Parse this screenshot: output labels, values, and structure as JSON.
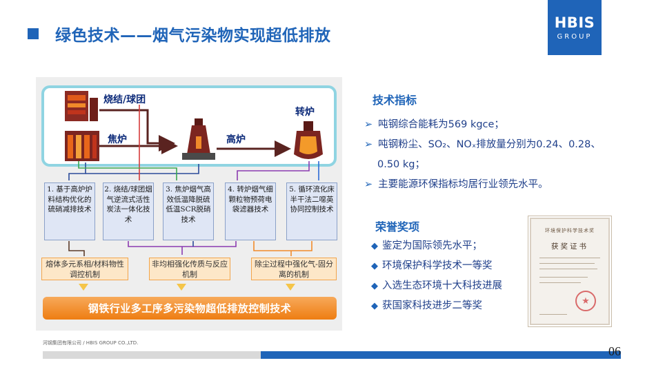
{
  "title": "绿色技术——烟气污染物实现超低排放",
  "logo": {
    "main": "HBIS",
    "sub": "GROUP"
  },
  "diagram": {
    "processes": {
      "sinter": "烧结/球团",
      "coke": "焦炉",
      "blast_furnace": "高炉",
      "converter": "转炉"
    },
    "tech_boxes": [
      "1. 基于高炉炉料结构优化的硫硝减排技术",
      "2. 烧结/球团烟气逆流式活性炭法一体化技术",
      "3. 焦炉烟气高效低温降脱硫低温SCR脱硝技术",
      "4. 转炉烟气细颗粒物预荷电袋滤器技术",
      "5. 循环流化床半干法二噁英协同控制技术"
    ],
    "mechanisms": [
      "熔体多元系相/材料物性调控机制",
      "非均相强化传质与反应机制",
      "除尘过程中强化气-固分离的机制"
    ],
    "summary": "钢铁行业多工序多污染物超低排放控制技术"
  },
  "metrics": {
    "heading": "技术指标",
    "items": [
      "吨钢综合能耗为569 kgce；",
      "吨钢粉尘、SO₂、NOₓ排放量分别为0.24、0.28、",
      "0.50 kg；",
      "主要能源环保指标均居行业领先水平。"
    ]
  },
  "honors": {
    "heading": "荣誉奖项",
    "items": [
      "鉴定为国际领先水平；",
      "环境保护科学技术一等奖",
      "入选生态环境十大科技进展",
      "获国家科技进步二等奖"
    ]
  },
  "certificate": {
    "header": "环境保护科学技术奖",
    "title": "获奖证书"
  },
  "footer": {
    "company": "河钢集团有限公司 / HBIS GROUP CO.,LTD.",
    "page": "06"
  },
  "icons": {
    "metric_bullet": "arrow-head-icon",
    "honor_bullet": "diamond-icon",
    "square": "title-square-icon"
  },
  "colors": {
    "brand_blue": "#1f64b8",
    "orange": "#ee7d12",
    "frame_cyan": "#8fd4e2"
  }
}
